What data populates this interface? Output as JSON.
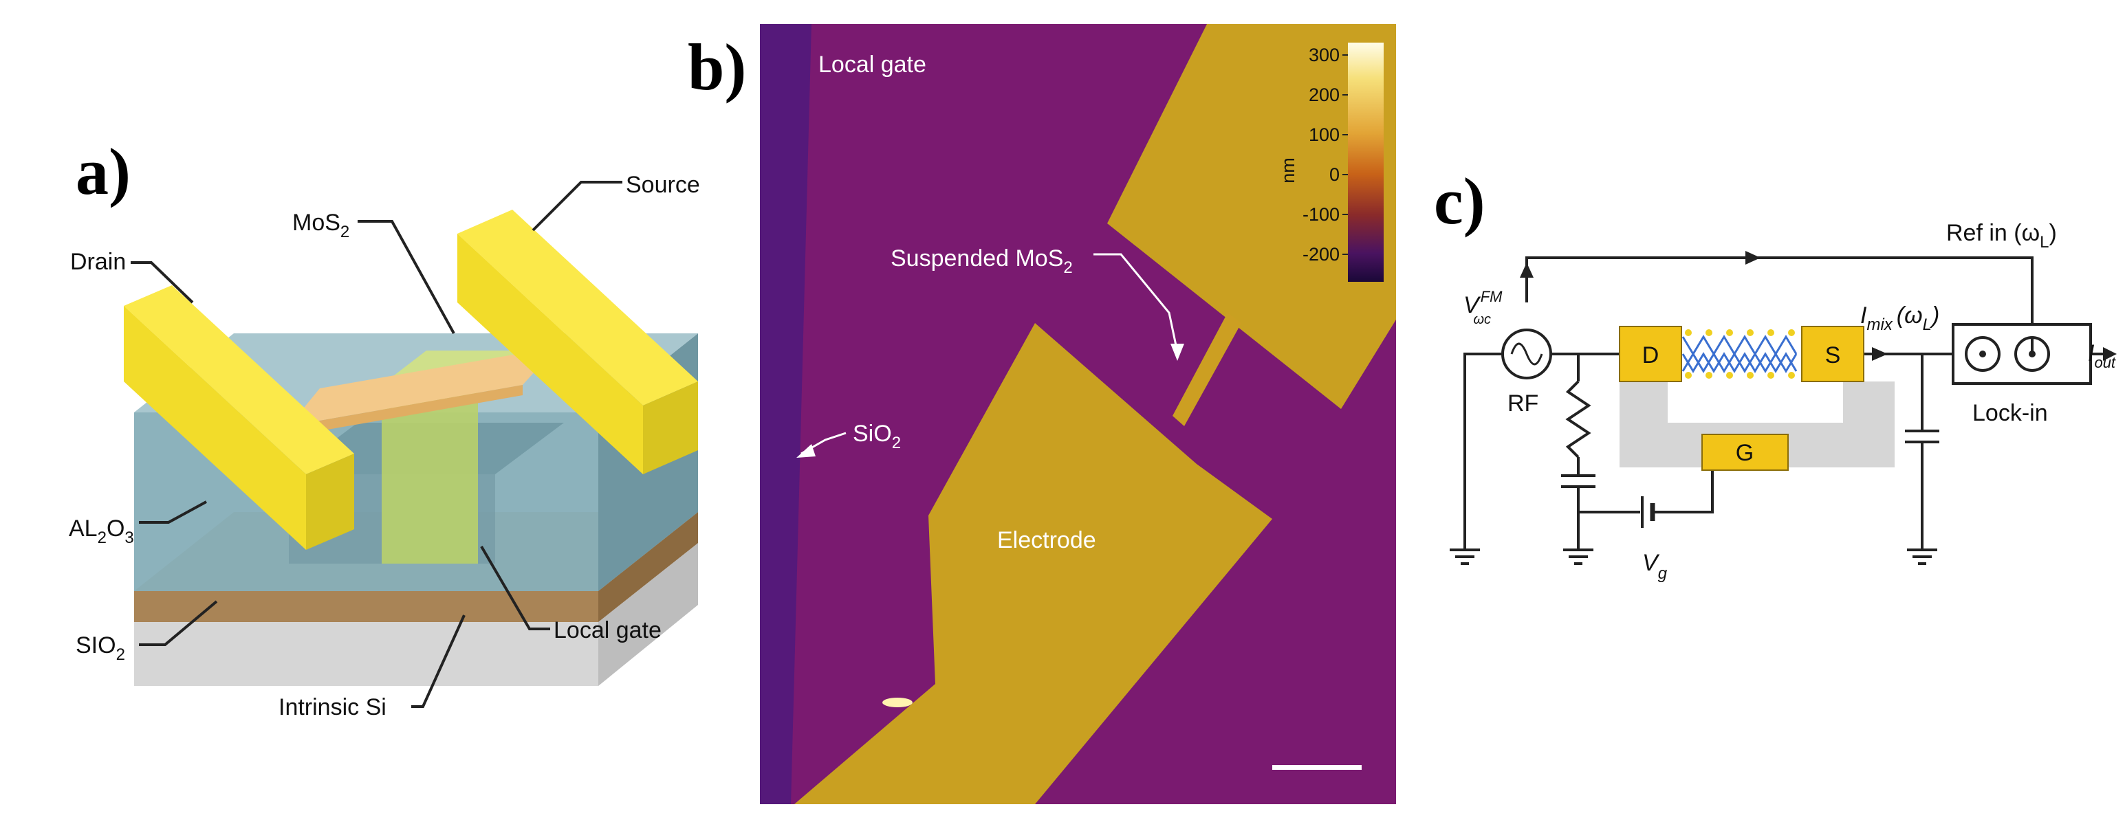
{
  "panel_a": {
    "label": "a)",
    "source": "Source",
    "mos2_base": "MoS",
    "mos2_sub": "2",
    "drain": "Drain",
    "al2o3_a": "AL",
    "al2o3_s1": "2",
    "al2o3_b": "O",
    "al2o3_s2": "3",
    "sio2_base": "SIO",
    "sio2_sub": "2",
    "local_gate": "Local gate",
    "intrinsic_si": "Intrinsic Si",
    "colors": {
      "electrode": "#f2dc2a",
      "channel": "#f3c98a",
      "oxide": "#7fa3ae",
      "sio2": "#a98456",
      "si": "#d8d8d8",
      "gate": "#cfe08a"
    }
  },
  "panel_b": {
    "label": "b)",
    "local_gate": "Local gate",
    "suspended_base": "Suspended MoS",
    "suspended_sub": "2",
    "sio2_base": "SiO",
    "sio2_sub": "2",
    "electrode": "Electrode",
    "colorbar": {
      "unit": "nm",
      "ticks": [
        "300",
        "200",
        "100",
        "0",
        "-100",
        "-200"
      ]
    },
    "colors": {
      "substrate": "#7a1a70",
      "sio2_strip": "#55197a",
      "electrode": "#c9a021"
    }
  },
  "panel_c": {
    "label": "c)",
    "ref_in": "Ref in (ω",
    "ref_in_sub": "L",
    "ref_in_close": ")",
    "v_base": "V",
    "v_sup": "FM",
    "v_sub": "ωc",
    "rf": "RF",
    "d": "D",
    "s": "S",
    "g": "G",
    "imix_base": "I",
    "imix_sub": "mix",
    "imix_arg": "(ω",
    "imix_arg_sub": "L",
    "imix_close": ")",
    "lockin": "Lock-in",
    "iout_base": "I",
    "iout_sub": "out",
    "vg_base": "V",
    "vg_sub": "g",
    "colors": {
      "box": "#f2c418",
      "frame": "#d6d6d6",
      "atoms_blue": "#3a6fd0",
      "atoms_yellow": "#f0d020"
    }
  }
}
